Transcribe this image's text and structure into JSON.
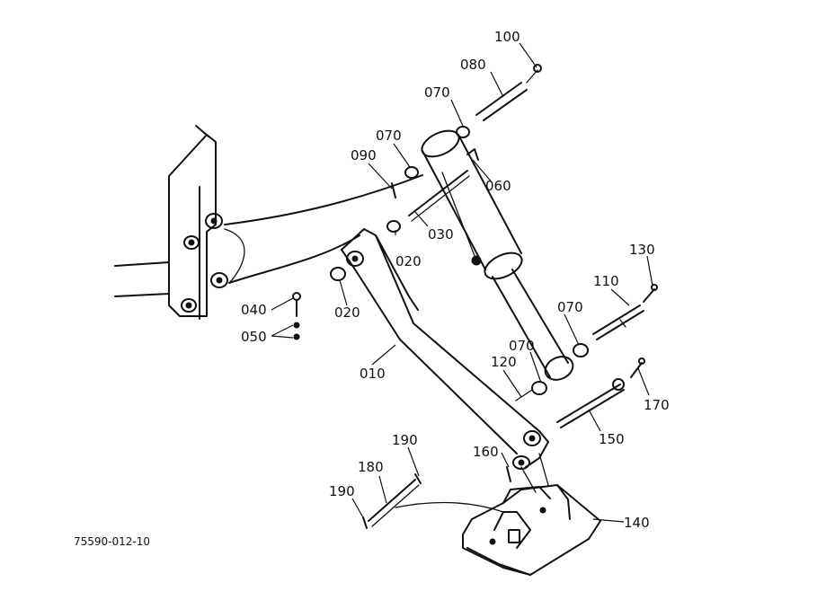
{
  "callouts": {
    "c100": "100",
    "c080": "080",
    "c070_top": "070",
    "c070_left": "070",
    "c090": "090",
    "c060": "060",
    "c030": "030",
    "c020_right": "020",
    "c040": "040",
    "c020_left": "020",
    "c050": "050",
    "c010": "010",
    "c130": "130",
    "c110": "110",
    "c070_mid": "070",
    "c070_low": "070",
    "c120": "120",
    "c170": "170",
    "c150": "150",
    "c160": "160",
    "c190_top": "190",
    "c180": "180",
    "c190_left": "190",
    "c140": "140"
  },
  "drawing_number": "75590-012-10"
}
